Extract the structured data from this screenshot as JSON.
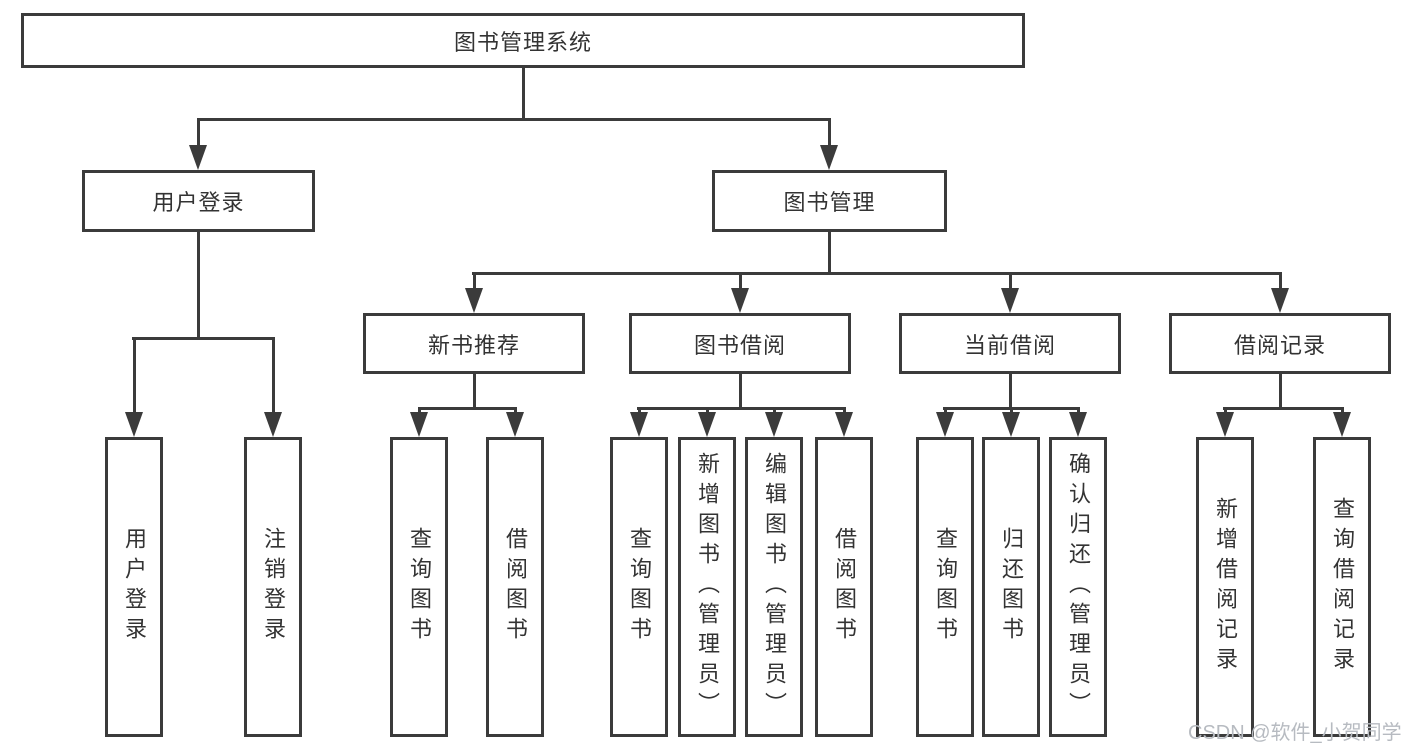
{
  "nodes": {
    "root": "图书管理系统",
    "user_login": "用户登录",
    "book_mgmt": "图书管理",
    "new_book_rec": "新书推荐",
    "book_borrow": "图书借阅",
    "current_borrow": "当前借阅",
    "borrow_records": "借阅记录"
  },
  "leaves": {
    "user_login": [
      "用户登录",
      "注销登录"
    ],
    "new_book_rec": [
      "查询图书",
      "借阅图书"
    ],
    "book_borrow": [
      "查询图书",
      "新增图书（管理员）",
      "编辑图书（管理员）",
      "借阅图书"
    ],
    "current_borrow": [
      "查询图书",
      "归还图书",
      "确认归还（管理员）"
    ],
    "borrow_records": [
      "新增借阅记录",
      "查询借阅记录"
    ]
  },
  "watermark": "CSDN @软件_小贺同学",
  "colors": {
    "line": "#3b3b3b",
    "text": "#333333",
    "watermark": "#b7bbc1",
    "background": "#ffffff"
  }
}
